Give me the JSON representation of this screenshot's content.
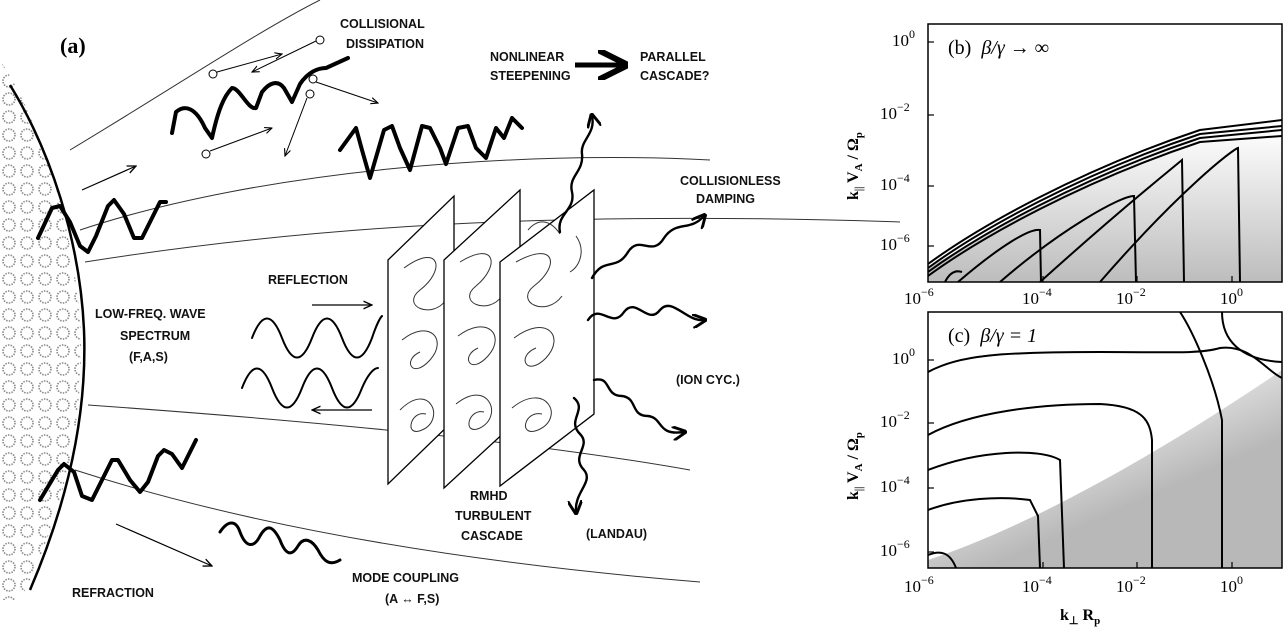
{
  "panel_a": {
    "label": "(a)",
    "labels": {
      "collisional": [
        "COLLISIONAL",
        "DISSIPATION"
      ],
      "nonlinear": [
        "NONLINEAR",
        "STEEPENING"
      ],
      "parallel": [
        "PARALLEL",
        "CASCADE?"
      ],
      "collisionless": [
        "COLLISIONLESS",
        "DAMPING"
      ],
      "reflection": "REFLECTION",
      "lowfreq": [
        "LOW-FREQ. WAVE",
        "SPECTRUM",
        "(F,A,S)"
      ],
      "ioncyc": "(ION CYC.)",
      "rmhd": [
        "RMHD",
        "TURBULENT",
        "CASCADE"
      ],
      "landau": "(LANDAU)",
      "mode_coupling": [
        "MODE COUPLING",
        "(A ↔ F,S)"
      ],
      "refraction": "REFRACTION"
    }
  },
  "panel_b": {
    "title_prefix": "(b)",
    "title_expr": "β/γ → ∞",
    "x_ticks": [
      {
        "base": "10",
        "exp": "−6"
      },
      {
        "base": "10",
        "exp": "−4"
      },
      {
        "base": "10",
        "exp": "−2"
      },
      {
        "base": "10",
        "exp": "0"
      }
    ],
    "y_ticks": [
      {
        "base": "10",
        "exp": "0"
      },
      {
        "base": "10",
        "exp": "−2"
      },
      {
        "base": "10",
        "exp": "−4"
      },
      {
        "base": "10",
        "exp": "−6"
      }
    ]
  },
  "panel_c": {
    "title_prefix": "(c)",
    "title_expr": "β/γ = 1",
    "x_ticks": [
      {
        "base": "10",
        "exp": "−6"
      },
      {
        "base": "10",
        "exp": "−4"
      },
      {
        "base": "10",
        "exp": "−2"
      },
      {
        "base": "10",
        "exp": "0"
      }
    ],
    "y_ticks": [
      {
        "base": "10",
        "exp": "0"
      },
      {
        "base": "10",
        "exp": "−2"
      },
      {
        "base": "10",
        "exp": "−4"
      },
      {
        "base": "10",
        "exp": "−6"
      }
    ]
  },
  "axes": {
    "y_label": {
      "k": "k",
      "k_sub": "||",
      "v": " V",
      "v_sub": "A",
      "slash": " / Ω",
      "o_sub": "p"
    },
    "x_label": {
      "k": "k",
      "k_sub": "⊥",
      "r": " R",
      "r_sub": "p"
    }
  }
}
